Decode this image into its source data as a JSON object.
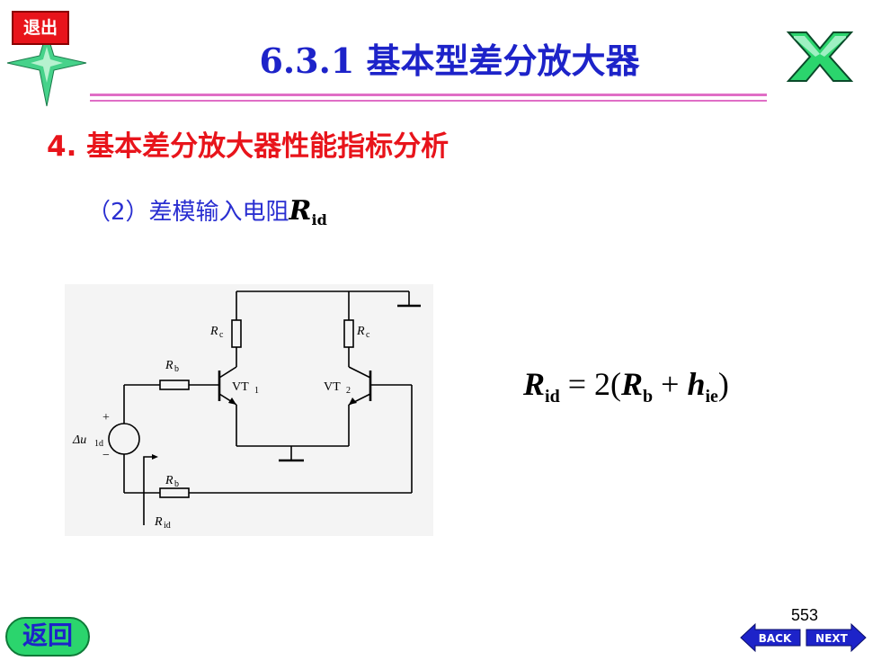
{
  "nav": {
    "exit_label": "退出",
    "return_label": "返回",
    "back_label": "BACK",
    "next_label": "NEXT"
  },
  "slide": {
    "title": "6.3.1 基本型差分放大器",
    "section_heading": "4. 基本差分放大器性能指标分析",
    "subheading_text": "（2）差模输入电阻",
    "subheading_symbol": "R",
    "subheading_subscript": "id",
    "page_number": "553"
  },
  "circuit": {
    "rc_left": "R",
    "rc_left_sub": "c",
    "rc_right": "R",
    "rc_right_sub": "c",
    "rb_top": "R",
    "rb_top_sub": "b",
    "rb_bottom": "R",
    "rb_bottom_sub": "b",
    "vt1": "VT",
    "vt1_sub": "1",
    "vt2": "VT",
    "vt2_sub": "2",
    "source_label": "Δu",
    "source_sub": "1d",
    "plus": "+",
    "minus": "−",
    "rid_label": "R",
    "rid_sub": "id"
  },
  "formula": {
    "lhs": "R",
    "lhs_sub": "id",
    "eq": " = 2(",
    "term1": "R",
    "term1_sub": "b",
    "plus": " + ",
    "term2": "h",
    "term2_sub": "ie",
    "close": ")"
  },
  "colors": {
    "title_blue": "#1d23c9",
    "heading_red": "#e8141b",
    "rule_pink": "#e06ec6",
    "nav_green": "#2bd56d"
  }
}
